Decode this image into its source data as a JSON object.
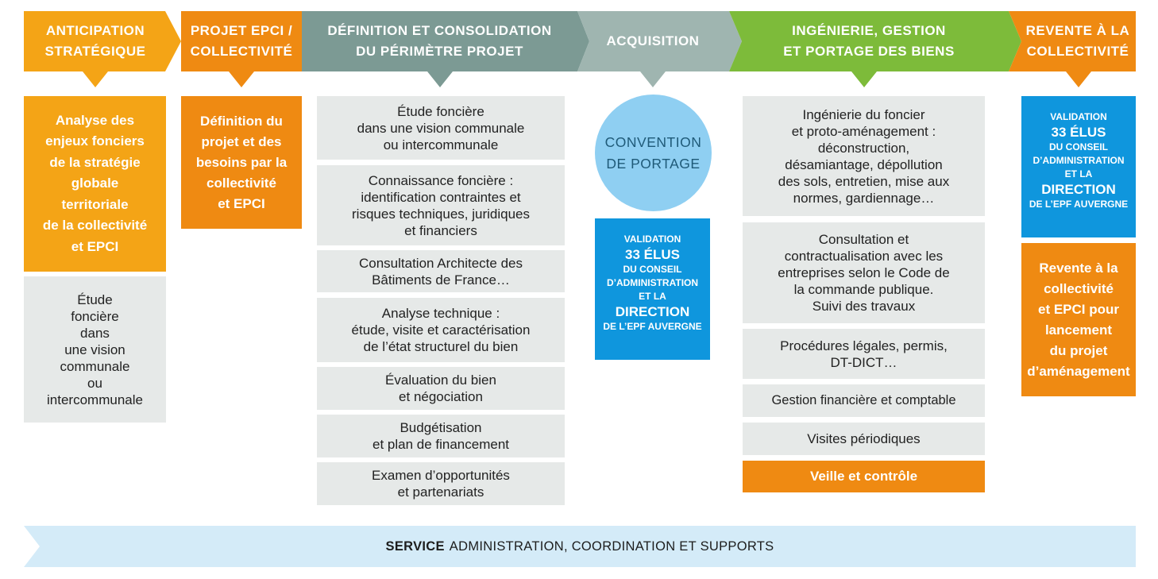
{
  "headers": [
    {
      "text": "ANTICIPATION\nSTRATÉGIQUE",
      "color": "#f4a416"
    },
    {
      "text": "PROJET EPCI /\nCOLLECTIVITÉ",
      "color": "#ef8a12"
    },
    {
      "text": "DÉFINITION ET CONSOLIDATION\nDU PÉRIMÈTRE PROJET",
      "color": "#7c9a94"
    },
    {
      "text": "ACQUISITION",
      "color": "#9fb5b0"
    },
    {
      "text": "INGÉNIERIE, GESTION\nET PORTAGE DES BIENS",
      "color": "#7dbb3a"
    },
    {
      "text": "REVENTE À LA\nCOLLECTIVITÉ",
      "color": "#ef8a12"
    }
  ],
  "col1": {
    "top": "Analyse des\nenjeux fonciers\nde la stratégie\nglobale\nterritoriale\nde la collectivité\net EPCI",
    "bottom": "Étude\nfoncière\ndans\nune vision\ncommunale\nou\nintercommunale"
  },
  "col2": {
    "top": "Définition du\nprojet et des\nbesoins par la\ncollectivité\net EPCI"
  },
  "col3": {
    "items": [
      "Étude foncière\ndans une vision communale\nou intercommunale",
      "Connaissance foncière :\nidentification contraintes et\nrisques techniques, juridiques\net financiers",
      "Consultation Architecte des\nBâtiments de France…",
      "Analyse technique :\nétude, visite et caractérisation\nde l’état structurel du bien",
      "Évaluation du bien\net négociation",
      "Budgétisation\net plan de financement",
      "Examen d’opportunités\net partenariats"
    ]
  },
  "col4": {
    "circle": "CONVENTION\nDE PORTAGE"
  },
  "validation": {
    "line1": "VALIDATION",
    "line2": "33 ÉLUS",
    "line3": "DU CONSEIL",
    "line4": "D’ADMINISTRATION",
    "line5": "ET LA",
    "line6": "DIRECTION",
    "line7": "DE L’EPF AUVERGNE"
  },
  "col5": {
    "items": [
      "Ingénierie du foncier\net proto-aménagement :\ndéconstruction,\ndésamiantage, dépollution\ndes sols, entretien, mise aux\nnormes, gardiennage…",
      "Consultation et\ncontractualisation avec les\nentreprises selon le Code de\nla commande publique.\nSuivi des travaux",
      "Procédures légales, permis,\nDT-DICT…",
      "Gestion financière et comptable",
      "Visites périodiques"
    ],
    "highlight": "Veille et contrôle"
  },
  "col6": {
    "bottom": "Revente à la\ncollectivité\net EPCI pour\nlancement\ndu projet\nd’aménagement"
  },
  "footer": {
    "bold": "SERVICE",
    "text": "ADMINISTRATION, COORDINATION ET SUPPORTS",
    "color": "#d4ebf8"
  }
}
